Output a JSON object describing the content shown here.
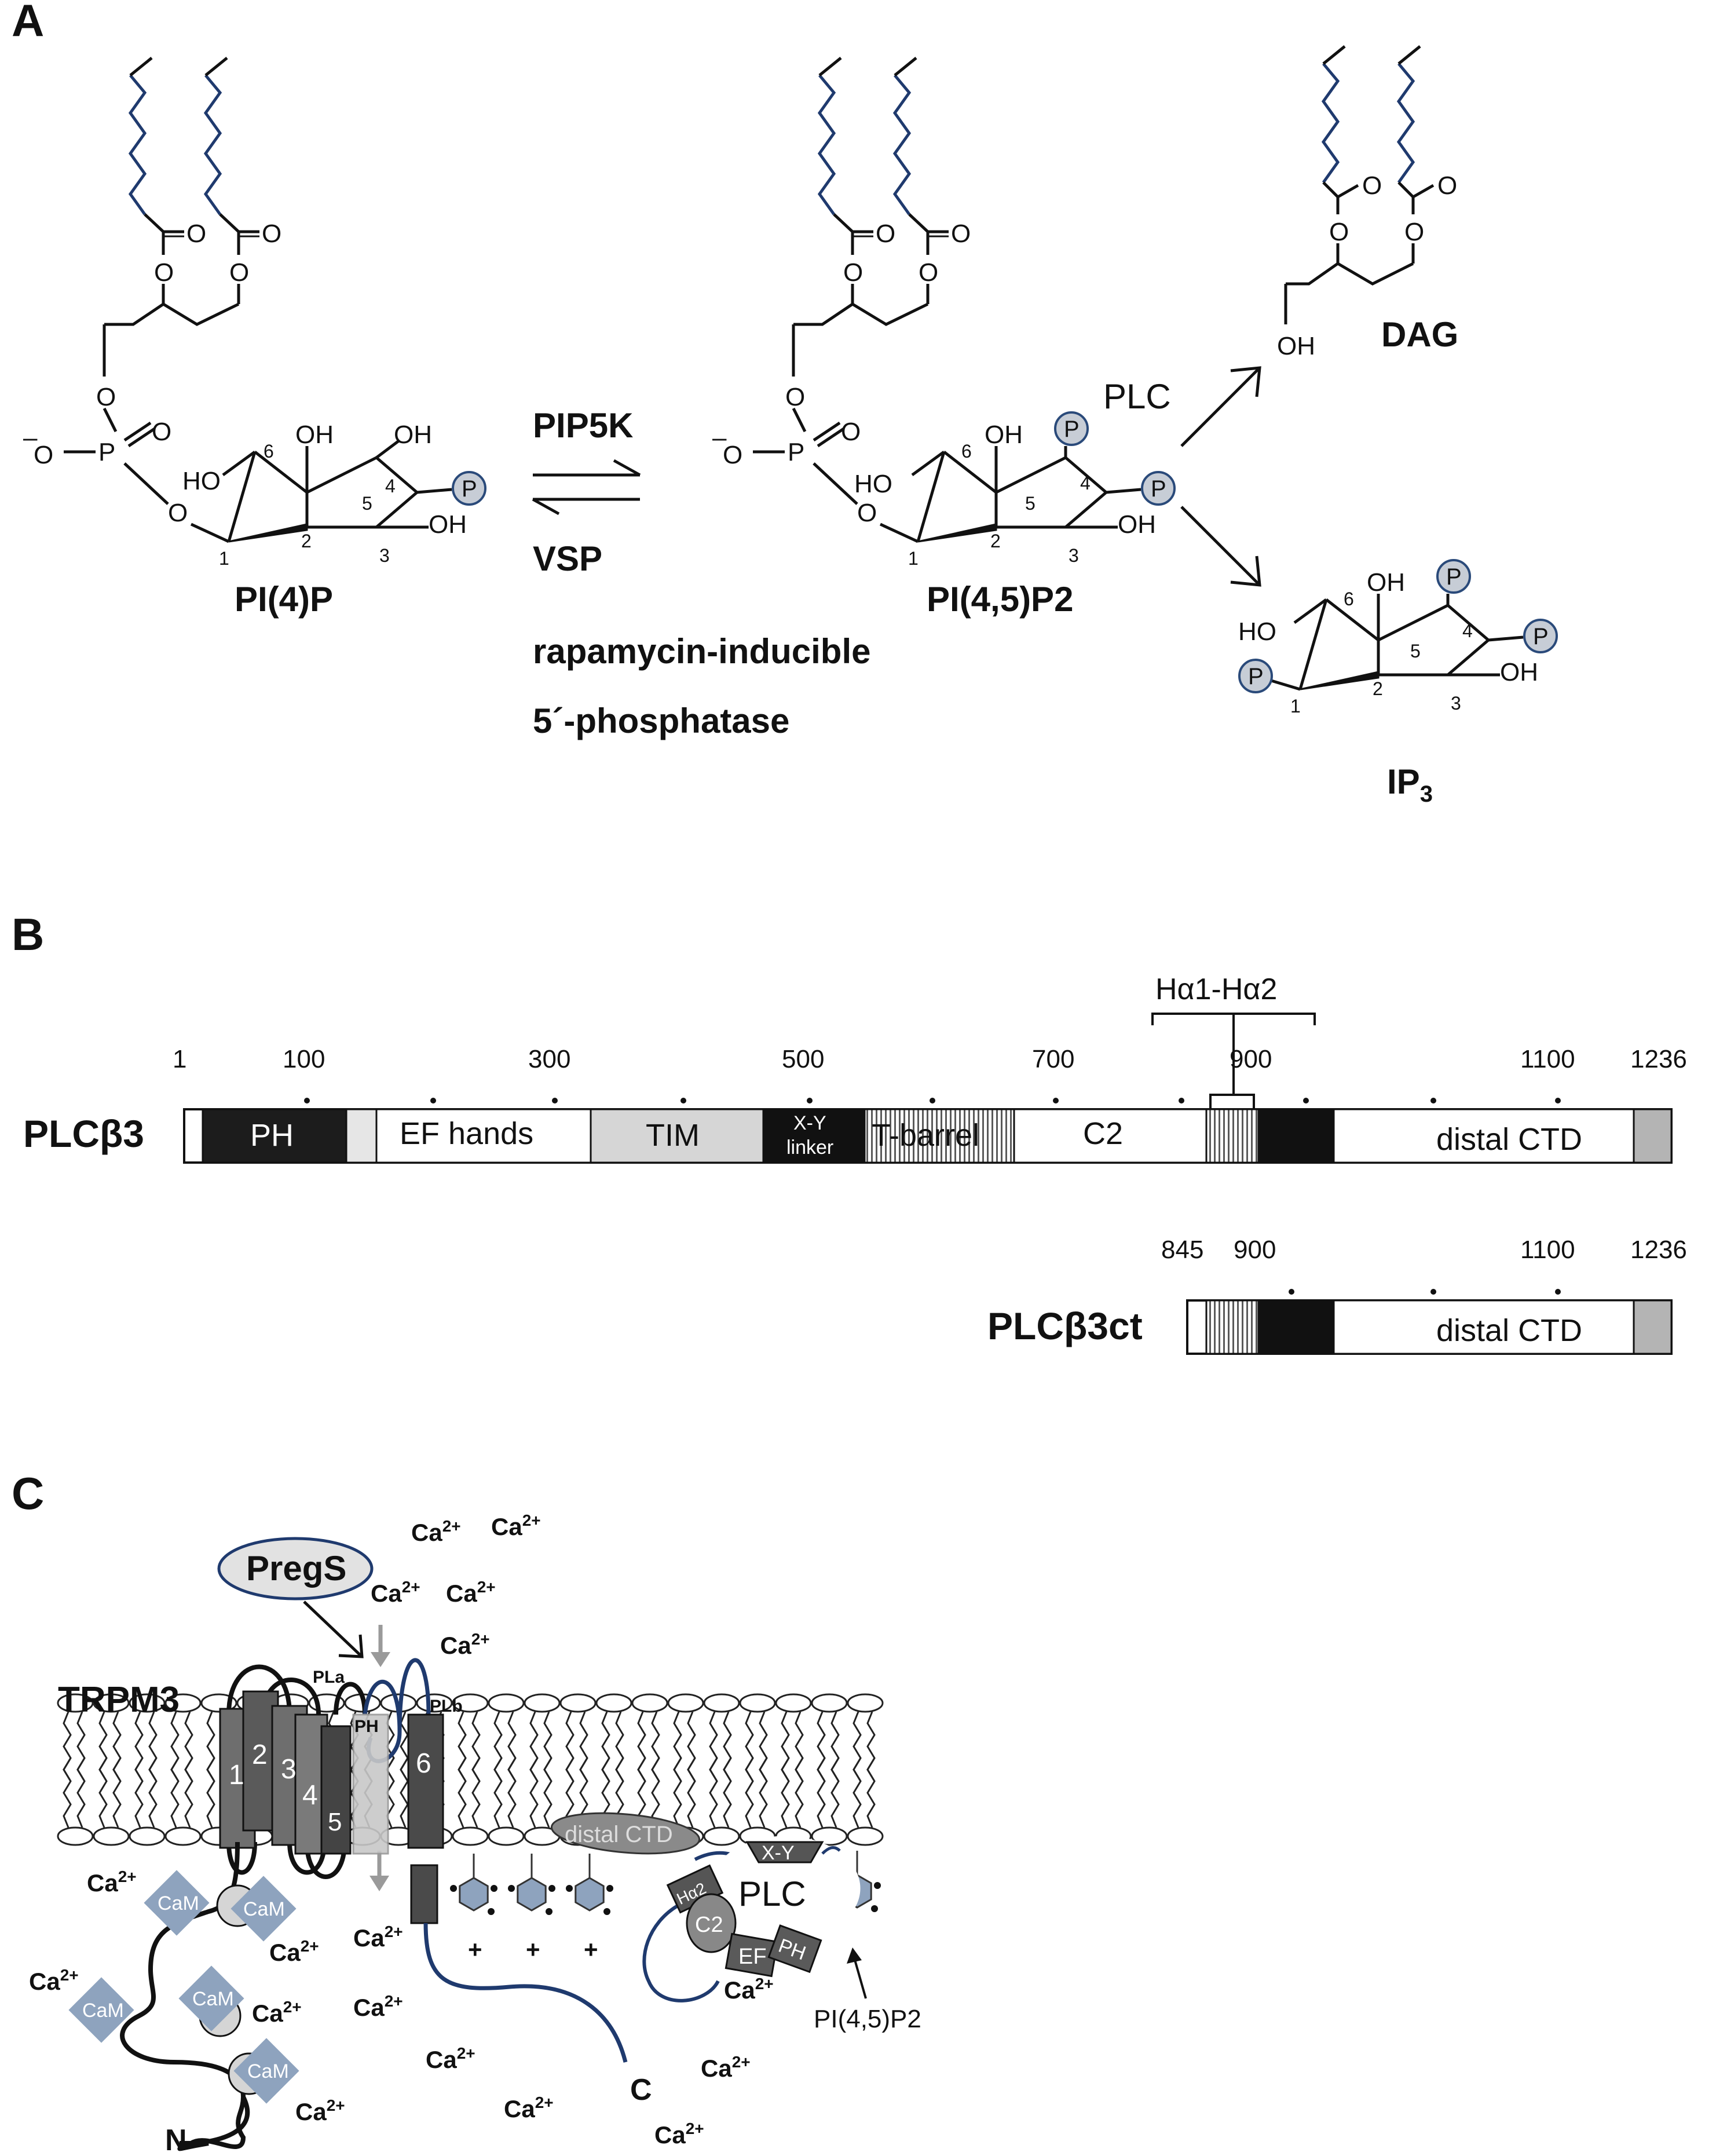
{
  "panel_a": {
    "letter": "A",
    "pi4p": {
      "name": "PI(4)P",
      "oh_6": "OH",
      "oh_5": "OH",
      "ho": "HO",
      "oh_3": "OH",
      "p4": "P",
      "n1": "1",
      "n2": "2",
      "n3": "3",
      "n4": "4",
      "n5": "5",
      "n6": "6",
      "o_top1": "O",
      "o_top2": "O",
      "o_ester1": "O",
      "o_ester2": "O",
      "o_link": "O",
      "o_dbl": "O",
      "o_minus": "O",
      "minus": "–",
      "phos": "P",
      "o_ring": "O"
    },
    "arrows": {
      "forward": "PIP5K",
      "reverse1": "VSP",
      "reverse2": "rapamycin-inducible",
      "reverse3": "5´-phosphatase"
    },
    "pip2": {
      "name": "PI(4,5)P2",
      "oh_6": "OH",
      "ho": "HO",
      "oh_3": "OH",
      "p5": "P",
      "p4": "P",
      "n1": "1",
      "n2": "2",
      "n3": "3",
      "n4": "4",
      "n5": "5",
      "n6": "6",
      "o_top1": "O",
      "o_top2": "O",
      "o_ester1": "O",
      "o_ester2": "O",
      "o_link": "O",
      "o_dbl": "O",
      "o_minus": "O",
      "minus": "–",
      "phos": "P",
      "o_ring": "O"
    },
    "plc": "PLC",
    "dag": {
      "name": "DAG",
      "oh": "OH",
      "o1": "O",
      "o2": "O",
      "o3": "O",
      "o4": "O"
    },
    "ip3": {
      "name": "IP",
      "sub": "3",
      "oh_6": "OH",
      "ho": "HO",
      "oh_3": "OH",
      "p1": "P",
      "p4": "P",
      "p5": "P",
      "n1": "1",
      "n2": "2",
      "n3": "3",
      "n4": "4",
      "n5": "5",
      "n6": "6"
    }
  },
  "panel_b": {
    "letter": "B",
    "bracket_label": "Hα1-Hα2",
    "full": {
      "name": "PLCβ3",
      "ticks": [
        "1",
        "100",
        "300",
        "500",
        "700",
        "900",
        "1100",
        "1236"
      ],
      "domains": {
        "ph": "PH",
        "ef": "EF hands",
        "tim": "TIM",
        "xy1": "X-Y",
        "xy2": "linker",
        "tbarrel": "T-barrel",
        "c2": "C2",
        "cterm": "distal CTD"
      }
    },
    "ct": {
      "name": "PLCβ3ct",
      "ticks": [
        "845",
        "900",
        "1100",
        "1236"
      ],
      "cterm": "distal CTD"
    }
  },
  "panel_c": {
    "letter": "C",
    "pregs": "PregS",
    "trpm3": "TRPM3",
    "segments": [
      "1",
      "2",
      "3",
      "4",
      "5",
      "6"
    ],
    "pla": "PLa",
    "plb": "PLb",
    "ph_small": "PH",
    "distal_ctd": "distal CTD",
    "plc": "PLC",
    "xy": "X-Y",
    "ha2": "Hα2",
    "c2": "C2",
    "ef": "EF",
    "ph": "PH",
    "cam": "CaM",
    "pip2_label": "PI(4,5)P2",
    "c_term": "C",
    "n_term": "N",
    "plus": "+",
    "ca": "Ca",
    "ca_sup": "2+"
  },
  "colors": {
    "acyl_chain": "#1f3a6e",
    "phospho_fill": "#c7cdd6",
    "phospho_stroke": "#2a4a7a",
    "cam": "#8ea3be",
    "dark_domain": "#1c1c1c",
    "light_gray": "#d6d6d6",
    "linker_blue": "#1f3a6e"
  }
}
